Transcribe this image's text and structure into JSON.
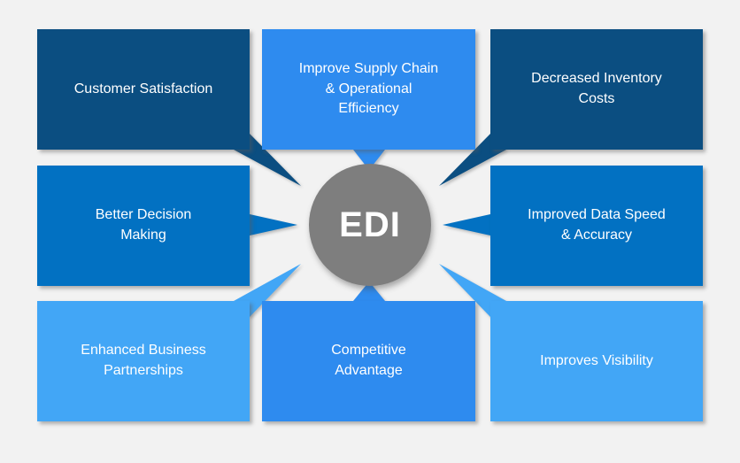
{
  "palette": {
    "background": "#F2F2F2",
    "dark_blue": "#0B4E81",
    "medium_blue": "#0271C2",
    "bright_blue": "#2E8BEF",
    "light_blue": "#42A6F6",
    "center_gray": "#7E7E7E",
    "text_white": "#FFFFFF"
  },
  "center": {
    "label": "EDI"
  },
  "nodes": [
    {
      "id": "customer-satisfaction",
      "position": "top-left",
      "color": "dark_blue",
      "label": "Customer Satisfaction"
    },
    {
      "id": "improve-supply-chain",
      "position": "top-middle",
      "color": "bright_blue",
      "label": "Improve Supply Chain\n& Operational\nEfficiency"
    },
    {
      "id": "decreased-inventory-costs",
      "position": "top-right",
      "color": "dark_blue",
      "label": "Decreased Inventory\nCosts"
    },
    {
      "id": "better-decision-making",
      "position": "middle-left",
      "color": "medium_blue",
      "label": "Better Decision\nMaking"
    },
    {
      "id": "improved-data-speed",
      "position": "middle-right",
      "color": "medium_blue",
      "label": "Improved Data Speed\n& Accuracy"
    },
    {
      "id": "enhanced-business-partnerships",
      "position": "bottom-left",
      "color": "light_blue",
      "label": "Enhanced Business\nPartnerships"
    },
    {
      "id": "competitive-advantage",
      "position": "bottom-middle",
      "color": "bright_blue",
      "label": "Competitive\nAdvantage"
    },
    {
      "id": "improves-visibility",
      "position": "bottom-right",
      "color": "light_blue",
      "label": "Improves Visibility"
    }
  ]
}
